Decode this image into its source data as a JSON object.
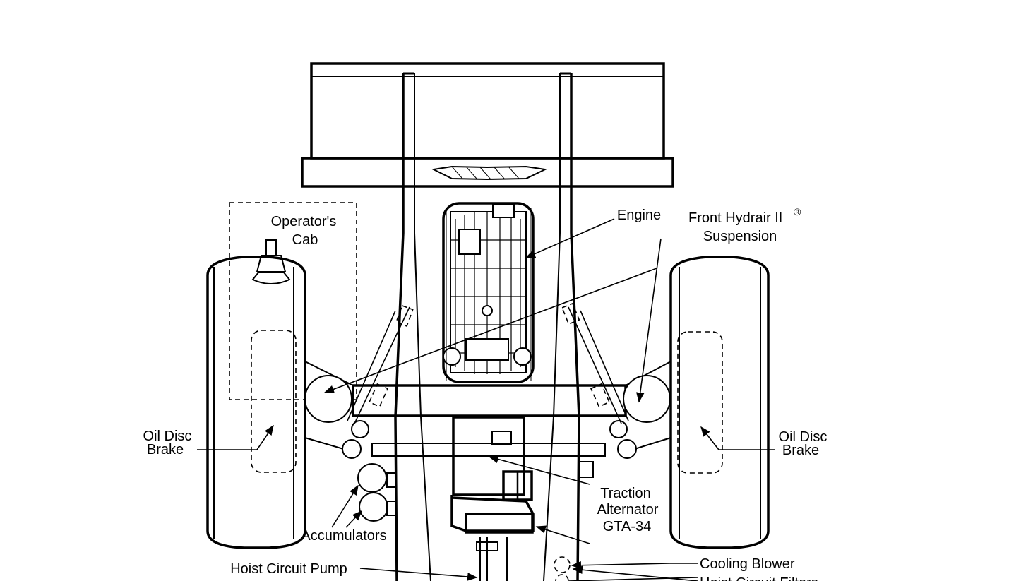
{
  "labels": {
    "operators_cab_1": "Operator's",
    "operators_cab_2": "Cab",
    "engine": "Engine",
    "front_hydrair_1": "Front Hydrair II",
    "front_hydrair_reg": "®",
    "front_hydrair_2": "Suspension",
    "oil_disc_left_1": "Oil Disc",
    "oil_disc_left_2": "Brake",
    "oil_disc_right_1": "Oil Disc",
    "oil_disc_right_2": "Brake",
    "traction_1": "Traction",
    "traction_2": "Alternator",
    "traction_3": "GTA-34",
    "accumulators": "Accumulators",
    "hoist_pump": "Hoist Circuit Pump",
    "cooling_blower": "Cooling Blower",
    "hoist_filters": "Hoist Circuit Filters"
  }
}
